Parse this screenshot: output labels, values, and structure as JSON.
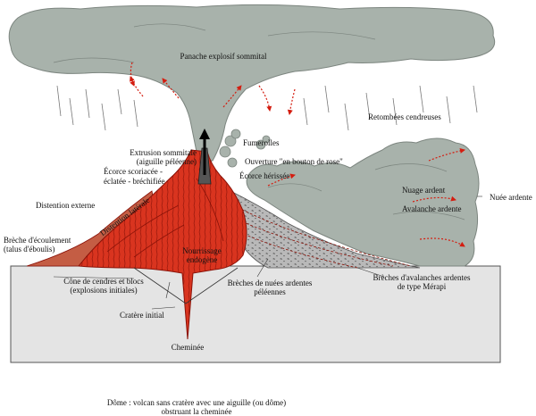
{
  "labels": {
    "panache": "Panache explosif sommital",
    "retombees": "Retombées cendreuses",
    "fumerolles": "Fumerolles",
    "extrusion_1": "Extrusion sommitale",
    "extrusion_2": "(aiguille péléenne)",
    "ouverture": "Ouverture \"en bouton de rose\"",
    "ecorce_scoriacee_1": "Écorce scoriacée -",
    "ecorce_scoriacee_2": "éclatée - bréchifiée",
    "ecorce_herissee": "Écorce hérissée",
    "nuage_ardent": "Nuage ardent",
    "avalanche_ardente": "Avalanche ardente",
    "nuee_ardente": "Nuée ardente",
    "distention_externe": "Distention externe",
    "distention_laterale": "Distention latérale",
    "breche_ecoulement_1": "Brèche d'écoulement",
    "breche_ecoulement_2": "(talus d'éboulis)",
    "nourrissage_1": "Nourrissage",
    "nourrissage_2": "endogène",
    "cone_1": "Cône de cendres et blocs",
    "cone_2": "(explosions initiales)",
    "breches_nuees_1": "Brèches de nuées ardentes",
    "breches_nuees_2": "péléennes",
    "breches_avalanches_1": "Brèches d'avalanches ardentes",
    "breches_avalanches_2": "de type Mérapi",
    "cratere": "Cratère initial",
    "cheminee": "Cheminée"
  },
  "caption": {
    "line1": "Dôme : volcan sans cratère avec une aiguille (ou dôme)",
    "line2": "obstruant la cheminée"
  },
  "colors": {
    "lava": "#d9341f",
    "lava_dark": "#8a1208",
    "ash": "#a8b2ab",
    "ash_dark": "#7c857f",
    "ground": "#e4e4e4",
    "ground_edge": "#555555",
    "arrow": "#d41d10",
    "flank_red": "#c45d44"
  }
}
